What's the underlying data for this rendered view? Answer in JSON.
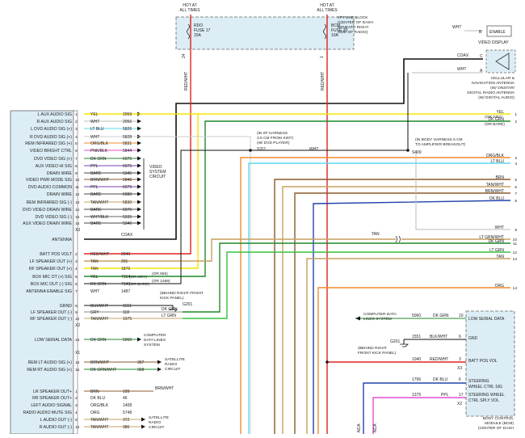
{
  "colors": {
    "panel": "#dcedf5",
    "red": "#e0221f",
    "yellow": "#f2e600",
    "dkgreen": "#1f8a2a",
    "ltgreen": "#37c23b",
    "ltblue": "#5ed8f0",
    "tan": "#c7a061",
    "orange": "#f08a2a",
    "pink": "#e24fd0",
    "brown": "#8b5a2b",
    "dkblue": "#2244aa",
    "purple": "#7a3fb5",
    "black": "#111111",
    "gray": "#888888"
  },
  "fuse_block": {
    "hot_left": [
      "HOT AT",
      "ALL TIMES"
    ],
    "hot_right": [
      "HOT AT",
      "ALL TIMES"
    ],
    "fuse_left": [
      "RDO",
      "FUSE 17",
      "15A"
    ],
    "fuse_right": [
      "BCM",
      "FUSE 20",
      "10A"
    ],
    "desc": [
      "I/P FUSE BLOCK",
      "(CENTER OF DASH",
      "BENEATH RIGHT",
      "SIDE OF RADIO)"
    ],
    "pin_left": "24",
    "pin_right": "1",
    "wire_left": "RED/WHT",
    "wire_right": "RED/WHT"
  },
  "video_display": {
    "wire": "WHT",
    "pin": "B",
    "label": "ENABLE",
    "name": "VIDEO DISPLAY"
  },
  "antenna": {
    "coax": "COAX",
    "pin_c": "C",
    "pin_a": "A",
    "wht": "WHT",
    "desc": [
      "CELLULAR &",
      "NAVIGATION ANTENNA",
      "(W/ ONSTAR/",
      "DIGITAL RADIO ANTENNA",
      "(W/ DIGITAL AUDIO)"
    ]
  },
  "radio_labels": [
    "L AUX AUDIO SIG",
    "R AUX AUDIO SIG",
    "L DVD AUDIO SIG (+)",
    "R DVD AUDIO SIG (+)",
    "REM INFRARED SIG (+)",
    "VIDEO BRIGHT CTRL",
    "DVD VIDEO SIG (+)",
    "AUX VIDEO HI SIG",
    "DRAIN WIRE",
    "VIDEO PWR MODE SIG",
    "DVD AUDIO COMMON",
    "DRAIN WIRE",
    "REM INFRARED SIG (-)",
    "DVD VIDEO DRAIN WIRE",
    "DVD VIDEO SIG (-)",
    "AUX VIDEO DRAIN WIRE",
    "ANTENNA",
    "BATT POS VOLT",
    "LF SPEAKER OUT (+)",
    "RF SPEAKER OUT (+)",
    "BOX MIC OT (+) SIG",
    "BOX MIC OUT (-) SIG",
    "ANTENNA ENABLE SIG",
    "GRND",
    "LF SPEAKER OUT (-)",
    "RF SPEAKER OUT (-)",
    "LOW SERIAL DATA",
    "REM LT AUDIO SIG (+)",
    "REM RT AUDIO SIG (+)",
    "LR SPEAKER OUT+",
    "RR SPEAKER OUT+",
    "LEFT AUDIO SIGNAL",
    "RADIO AUDIO MUTE SIG",
    "L AUDIO OUT (-)",
    "R AUDIO OUT (-)"
  ],
  "video_rows": [
    {
      "pin": "1",
      "wire": "YEL",
      "circ": "2059"
    },
    {
      "pin": "2",
      "wire": "WHT",
      "circ": "2056"
    },
    {
      "pin": "3",
      "wire": "LT BLU",
      "circ": "5826"
    },
    {
      "pin": "4",
      "wire": "WHT",
      "circ": "5828"
    },
    {
      "pin": "5",
      "wire": "ORG/BLK",
      "circ": "5831"
    },
    {
      "pin": "6",
      "wire": "PNK/BLK",
      "circ": "5844"
    },
    {
      "pin": "7",
      "wire": "DK GRN",
      "circ": "6975"
    },
    {
      "pin": "8",
      "wire": "PPL",
      "circ": "6975"
    },
    {
      "pin": "9",
      "wire": "BARE",
      "circ": "5345"
    },
    {
      "pin": "10",
      "wire": "BRN/WHT",
      "circ": "5846"
    },
    {
      "pin": "11",
      "wire": "PPL",
      "circ": "6979"
    },
    {
      "pin": "12",
      "wire": "BARE",
      "circ": "6980"
    },
    {
      "pin": "13",
      "wire": "TAN/WHT",
      "circ": "5830"
    },
    {
      "pin": "14",
      "wire": "BARE",
      "circ": "6976"
    },
    {
      "pin": "15",
      "wire": "WHT/BLK",
      "circ": "5335"
    },
    {
      "pin": "16",
      "wire": "BARE",
      "circ": "5346"
    }
  ],
  "x3": "X3",
  "video_system": [
    "VIDEO",
    "SYSTEM",
    "CIRCUIT"
  ],
  "coax_label": "COAX",
  "power_rows": [
    {
      "pin": "2",
      "wire": "RED/WHT",
      "circ": "2040",
      "opt": ""
    },
    {
      "pin": "3",
      "wire": "TAN",
      "circ": "201",
      "opt": ""
    },
    {
      "pin": "4",
      "wire": "TAN",
      "circ": "1876",
      "opt": ""
    },
    {
      "pin": "5",
      "wire": "YEL",
      "circ": "7154",
      "opt": "(OR GRY)"
    },
    {
      "pin": "6",
      "wire": "DK GRN",
      "circ": "7149",
      "opt": "(OR BARE)"
    },
    {
      "pin": "7",
      "wire": "WHT",
      "circ": "1487",
      "opt": ""
    }
  ],
  "opt_codes": [
    "(OR 655)",
    "(OR 1489)"
  ],
  "grnd_rows": [
    {
      "pin": "8",
      "wire": "BLK/WHT",
      "circ": "1551"
    },
    {
      "pin": "9",
      "wire": "GRY",
      "circ": "118"
    },
    {
      "pin": "10",
      "wire": "TAN/WHT",
      "circ": "1975"
    }
  ],
  "x2": "X2",
  "g201": {
    "id": "G201",
    "desc": [
      "(BEHIND RIGHT FRONT",
      "KICK PANEL)"
    ]
  },
  "dkgrn_label": "DK GRN",
  "ltgrn_label": "LT GRN",
  "serial": {
    "pin": "13",
    "wire": "DK GRN",
    "circ": "5060",
    "desc": [
      "COMPUTER",
      "DATA LINES",
      "SYSTEM"
    ]
  },
  "x1": "X1",
  "sat_rows": [
    {
      "pin": "15",
      "wire": "BRN/WHT",
      "circ": "367"
    },
    {
      "pin": "16",
      "wire": "DK GRN/WHT",
      "circ": "368"
    }
  ],
  "sat_desc": [
    "SATELLITE",
    "RADIO",
    "CIRCUIT"
  ],
  "rear_rows": [
    {
      "pin": "1",
      "wire": "BRN",
      "circ": "199",
      "right": "BRN/WHT"
    },
    {
      "pin": "2",
      "wire": "DK BLU",
      "circ": "46"
    },
    {
      "pin": "3",
      "wire": "ORG/BLK",
      "circ": "1408"
    },
    {
      "pin": "4",
      "wire": "ORG",
      "circ": "5748"
    },
    {
      "pin": "9",
      "wire": "TAN/WHT",
      "circ": "372"
    },
    {
      "pin": "10",
      "wire": "TAN/WHT",
      "circ": "386"
    }
  ],
  "sat2_desc": [
    "SATELLITE",
    "RADIO",
    "CIRCUIT"
  ],
  "harness1": [
    "(IN I/P HARNESS",
    "3.5 CM FROM X207)",
    "(W/ DVD PLAYER)"
  ],
  "s311": "S311",
  "wht_h": "WHT",
  "harness2": [
    "(IN BODY HARNESS 6 CM",
    "TO AMPLIFIER BREAKOUT)"
  ],
  "s409": "S409",
  "right_wires": [
    {
      "n": "1",
      "w": "YEL",
      "o": "(OR GRY)"
    },
    {
      "n": "2",
      "w": "DK GRN",
      "o": "(OR BARE)"
    },
    {
      "n": "3",
      "w": "ORG/BLK",
      "o": ""
    },
    {
      "n": "4",
      "w": "LT BLU",
      "o": ""
    },
    {
      "n": "5",
      "w": "BRN",
      "o": ""
    },
    {
      "n": "6",
      "w": "TAN/WHT",
      "o": ""
    },
    {
      "n": "7",
      "w": "BRN/WHT",
      "o": ""
    },
    {
      "n": "8",
      "w": "DK BLU",
      "o": ""
    },
    {
      "n": "9",
      "w": "WHT",
      "o": ""
    },
    {
      "n": "10",
      "w": "LT GRN/WHT",
      "o": ""
    },
    {
      "n": "11",
      "w": "DK GRN",
      "o": ""
    },
    {
      "n": "12",
      "w": "LT GRN",
      "o": ""
    },
    {
      "n": "13",
      "w": "TAN",
      "o": ""
    },
    {
      "n": "14",
      "w": "ORG",
      "o": ""
    }
  ],
  "tan_mid": "TAN",
  "bcm": {
    "ld_label": [
      "COMPUTER DATA",
      "LINES SYSTEM"
    ],
    "ld_circ": "5060",
    "ld_wire": "DK GRN",
    "ld_pin": "10",
    "g201_circ": "1551",
    "g201_wire": "BLK/WHT",
    "g201_pin": "6",
    "g201": "G201",
    "g201_desc": [
      "(BEHIND RIGHT",
      "FRONT KICK PANEL)"
    ],
    "batt_circ": "1040",
    "batt_wire": "RED/WHT",
    "batt_pin": "3",
    "x3": "X3",
    "sw_circ": "1796",
    "sw_wire": "DK BLU",
    "sw_pin": "6",
    "swv_circ": "1375",
    "swv_wire": "PPL",
    "swv_pin": "17",
    "x2": "X2",
    "inner": [
      "LOW SERIAL DATA",
      "GND",
      "BATT POS VOL",
      "STEERING",
      "WHEEL CTRL SIG",
      "STEERING WHEEL",
      "CTRL SPLY VOL"
    ],
    "name": [
      "BODY CONTROL",
      "MODULE (BCM)",
      "(CENTER OF DASH"
    ],
    "nca": [
      "NCA",
      "NCA"
    ]
  }
}
